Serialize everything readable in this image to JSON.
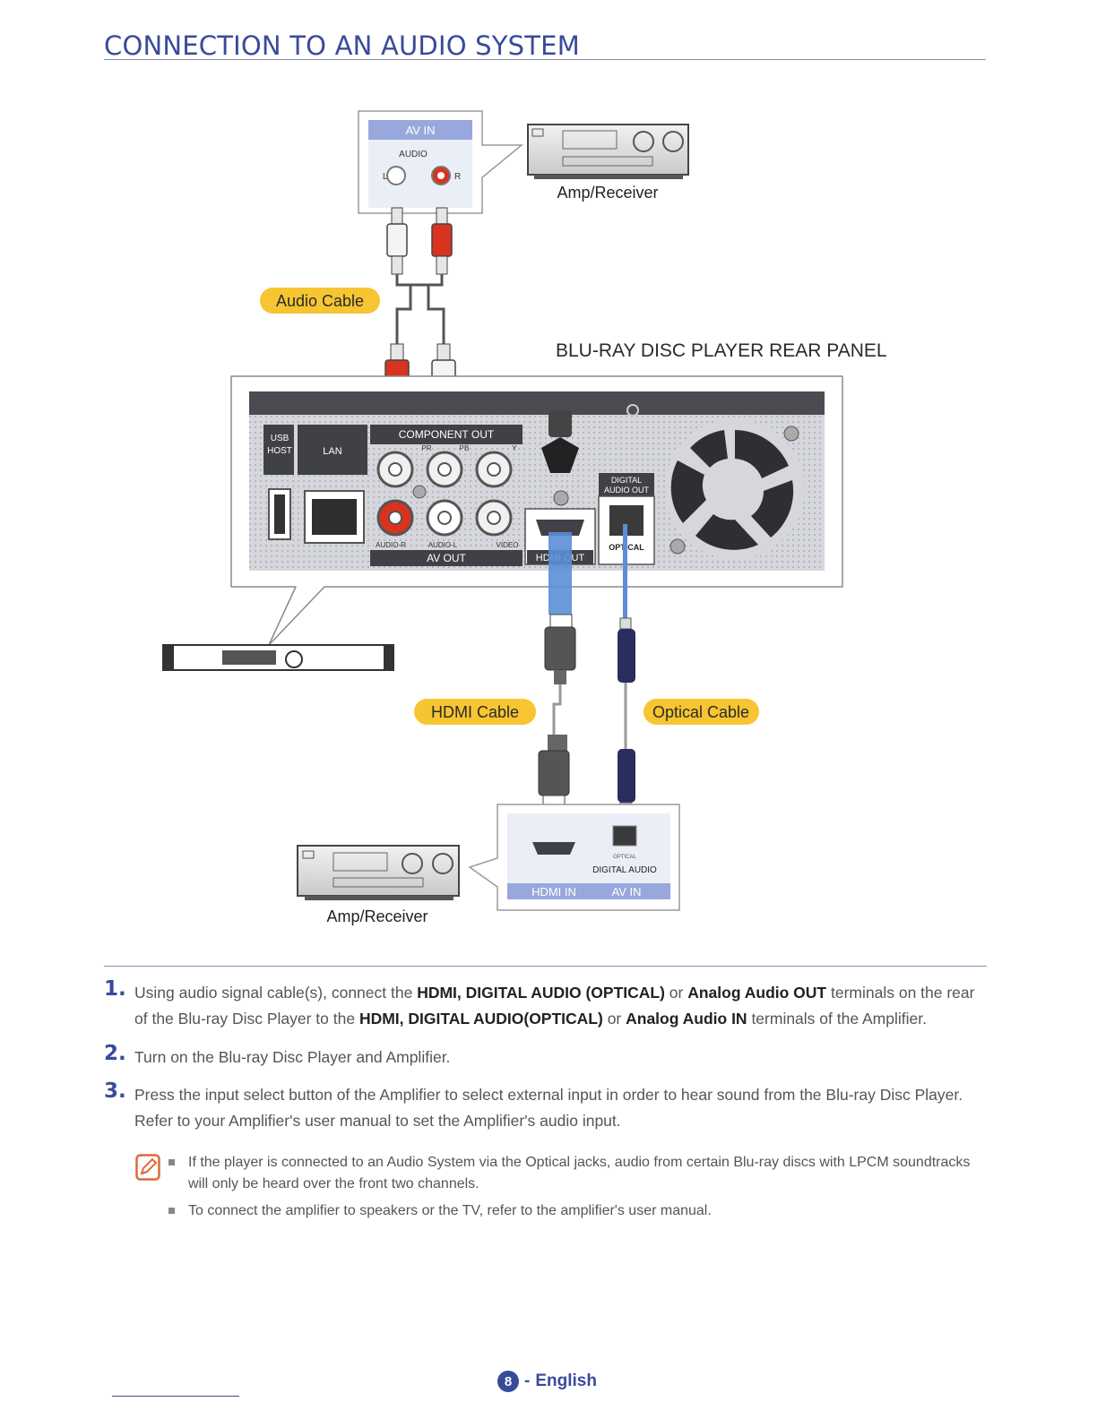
{
  "page": {
    "title": "CONNECTION TO AN AUDIO SYSTEM"
  },
  "diagram": {
    "top_jack_panel": {
      "header": "AV IN",
      "audio": "AUDIO",
      "left": "L",
      "right": "R"
    },
    "amp_top_label": "Amp/Receiver",
    "audio_cable_label": "Audio Cable",
    "rear_panel_title": "BLU-RAY DISC PLAYER REAR PANEL",
    "rear_panel": {
      "usb_line1": "USB",
      "usb_line2": "HOST",
      "lan": "LAN",
      "component_out": "COMPONENT OUT",
      "pr": "PR",
      "pb": "PB",
      "y": "Y",
      "audio_r": "AUDIO-R",
      "audio_l": "AUDIO-L",
      "video": "VIDEO",
      "av_out": "AV OUT",
      "hdmi_out": "HDMI OUT",
      "digital_line1": "DIGITAL",
      "digital_line2": "AUDIO OUT",
      "optical": "OPTICAL"
    },
    "hdmi_cable_label": "HDMI Cable",
    "optical_cable_label": "Optical Cable",
    "amp_bottom_label": "Amp/Receiver",
    "bottom_panel": {
      "optical_small": "OPTICAL",
      "digital_audio": "DIGITAL AUDIO",
      "hdmi_in": "HDMI IN",
      "av_in": "AV IN"
    }
  },
  "steps": [
    {
      "number": "1.",
      "parts": [
        "Using audio signal cable(s), connect the ",
        "HDMI, DIGITAL AUDIO (OPTICAL)",
        " or ",
        "Analog Audio OUT",
        " terminals on the rear of the Blu-ray Disc Player to the ",
        "HDMI, DIGITAL AUDIO(OPTICAL)",
        " or ",
        "Analog Audio IN",
        " terminals of the Amplifier."
      ]
    },
    {
      "number": "2.",
      "text": "Turn on the Blu-ray Disc Player and Amplifier."
    },
    {
      "number": "3.",
      "text": "Press the input select button of the Amplifier to select external input in order to hear sound from the Blu-ray Disc Player. Refer to your Amplifier's user manual to set the Amplifier's audio input."
    }
  ],
  "notes": [
    "If the player is connected to an Audio System via the Optical jacks, audio from certain Blu-ray discs with LPCM soundtracks will only be heard over the front two channels.",
    "To connect the amplifier to speakers or the TV, refer to the amplifier's user manual."
  ],
  "footer": {
    "page_number": "8",
    "separator": "-",
    "language": "English"
  },
  "colors": {
    "accent": "#3a4a9a",
    "label_bg": "#f6c531",
    "cable_blue": "#5b8ed6",
    "jack_red": "#d8331f"
  }
}
